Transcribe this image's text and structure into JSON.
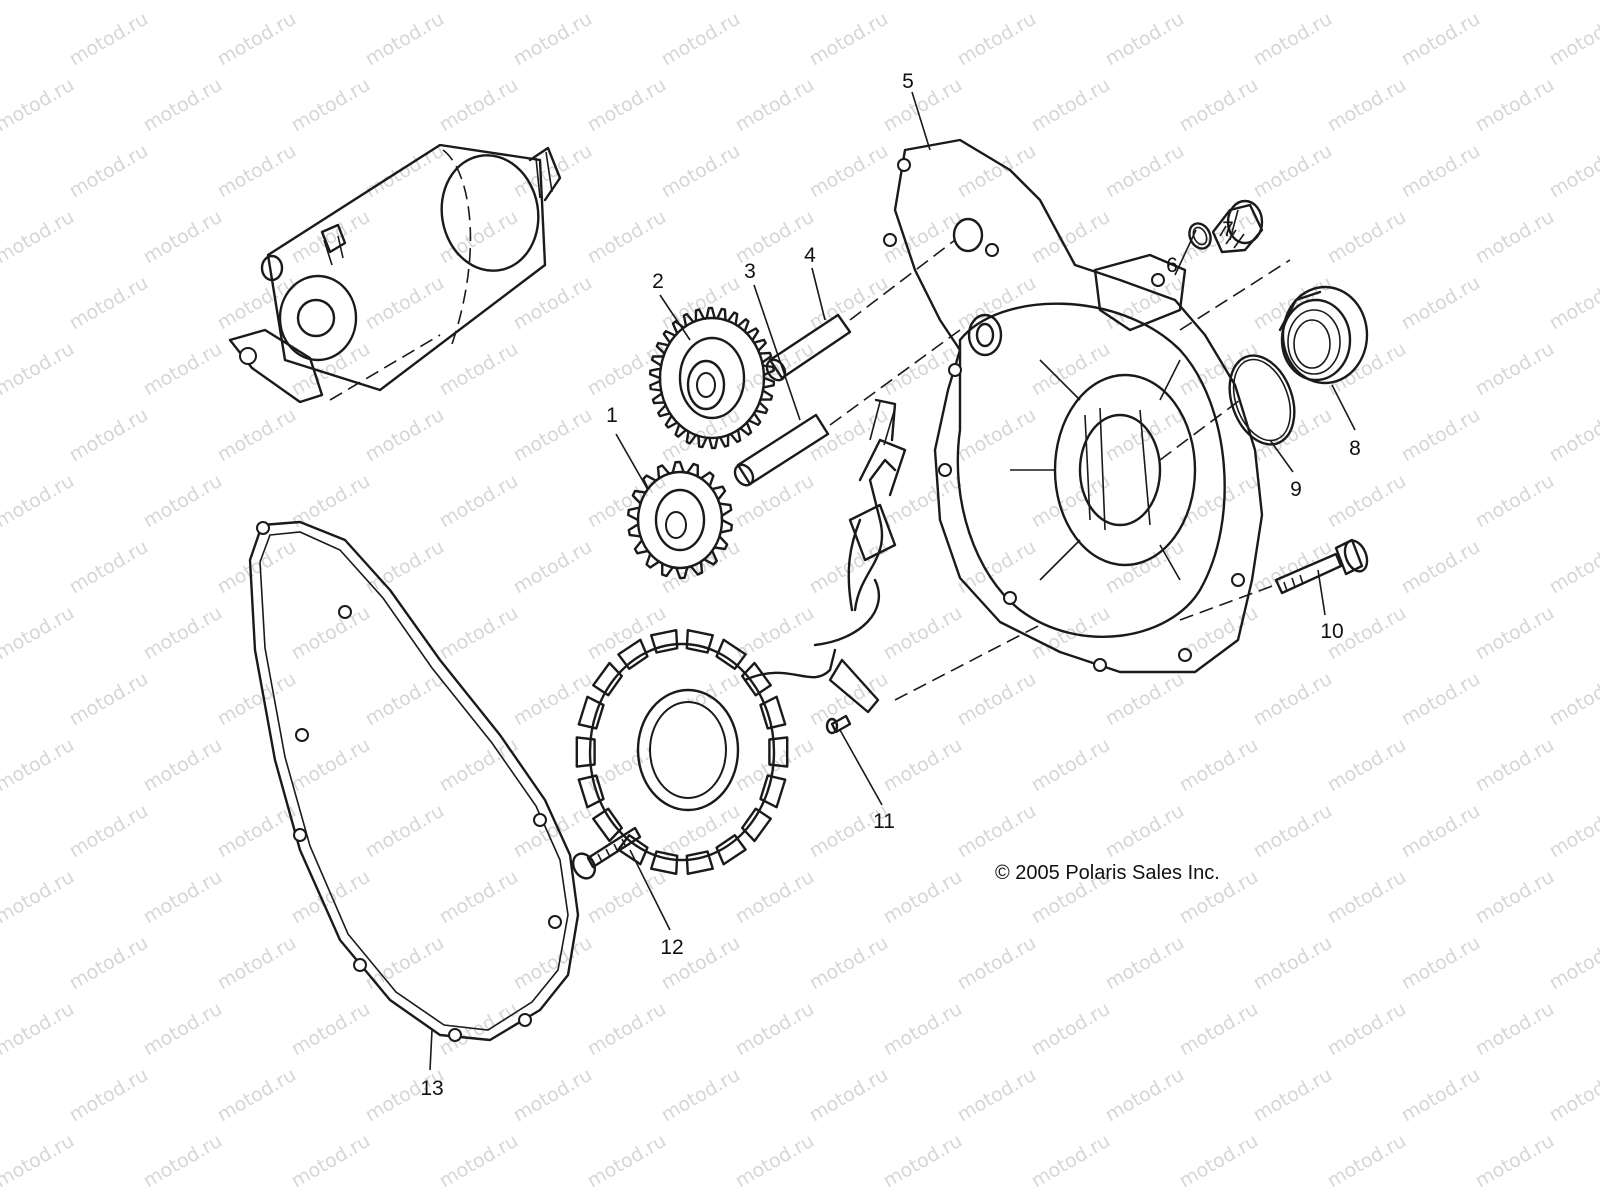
{
  "watermark": {
    "text": "motod.ru",
    "color": "#d6d6d6"
  },
  "copyright": "© 2005 Polaris Sales Inc.",
  "callouts": [
    "1",
    "2",
    "3",
    "4",
    "5",
    "6",
    "7",
    "8",
    "9",
    "10",
    "11",
    "12",
    "13"
  ],
  "parts": [
    {
      "id": "starter-motor",
      "icon": "starter-motor-icon"
    },
    {
      "id": "gear-1",
      "icon": "small-gear-icon"
    },
    {
      "id": "gear-2",
      "icon": "large-gear-icon"
    },
    {
      "id": "shaft-3",
      "icon": "shaft-icon"
    },
    {
      "id": "shaft-4",
      "icon": "shaft-icon"
    },
    {
      "id": "stator-cover-5",
      "icon": "cover-icon"
    },
    {
      "id": "o-ring-6",
      "icon": "o-ring-icon"
    },
    {
      "id": "plug-7",
      "icon": "plug-icon"
    },
    {
      "id": "cap-8",
      "icon": "cap-icon"
    },
    {
      "id": "o-ring-9",
      "icon": "o-ring-icon"
    },
    {
      "id": "bolt-10",
      "icon": "bolt-icon"
    },
    {
      "id": "screw-11",
      "icon": "screw-icon"
    },
    {
      "id": "screw-12",
      "icon": "screw-icon"
    },
    {
      "id": "gasket-13",
      "icon": "gasket-icon"
    }
  ]
}
